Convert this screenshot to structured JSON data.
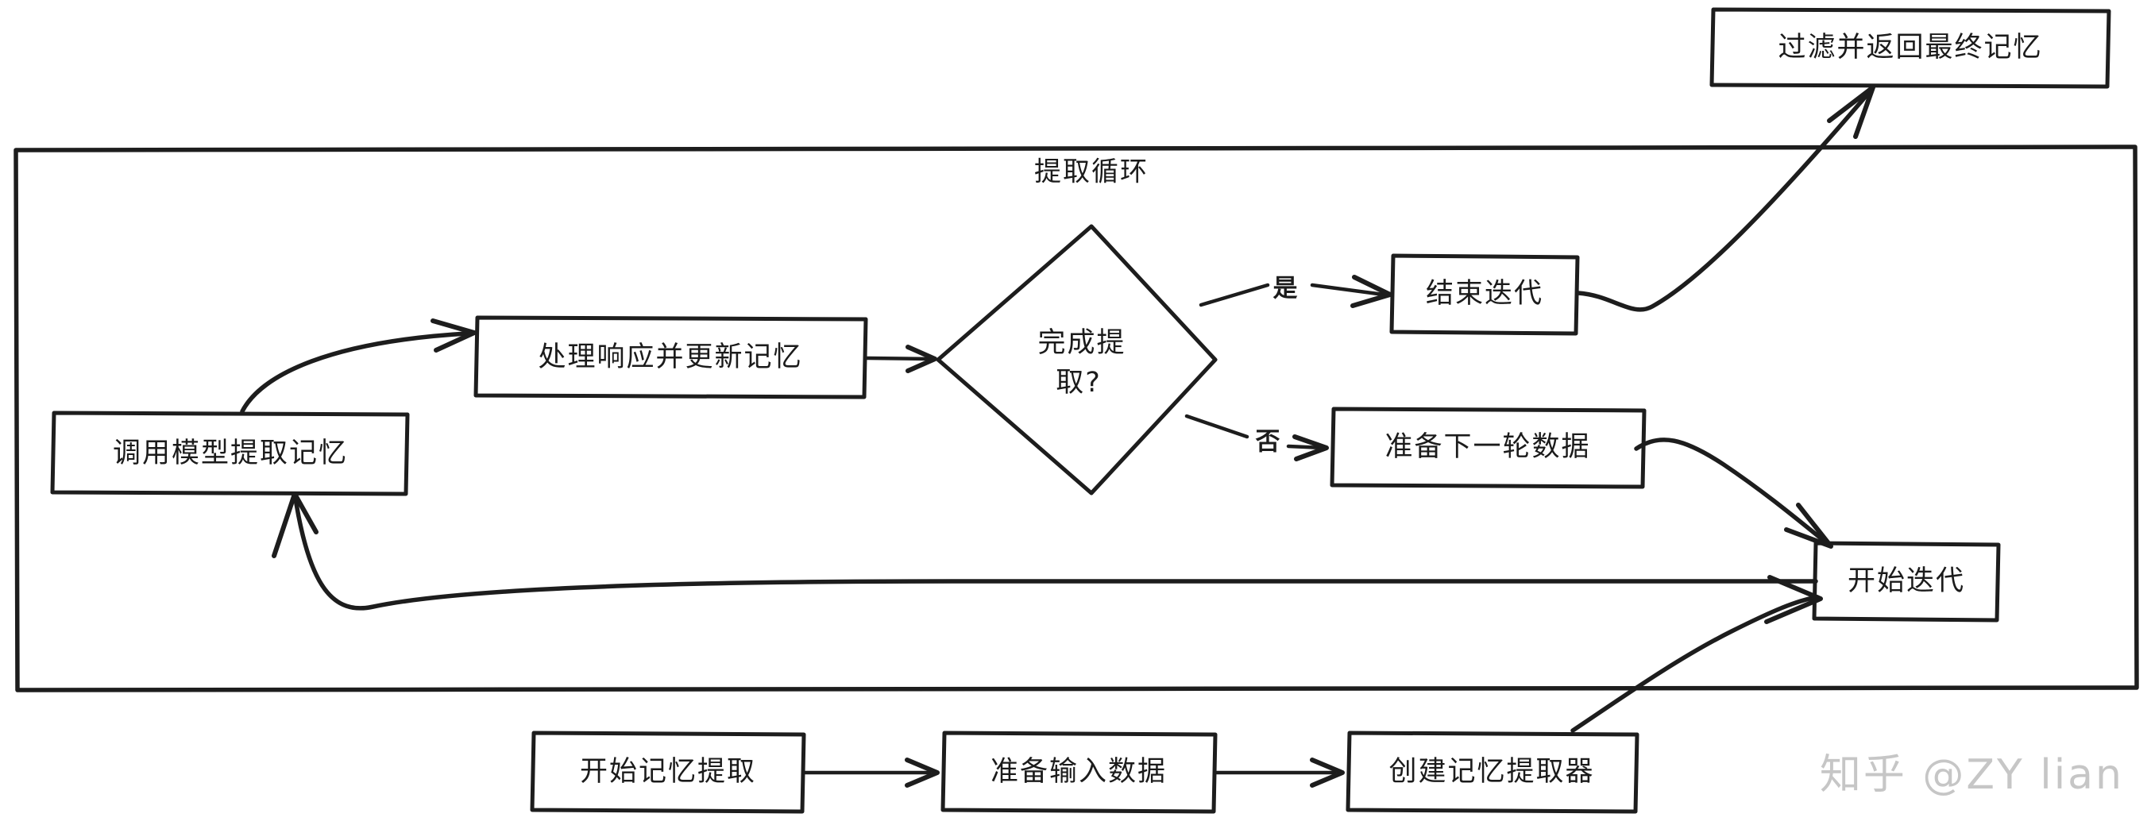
{
  "diagram": {
    "title_watermark": "知乎 @ZY lian",
    "container": {
      "label": "提取循环"
    },
    "nodes": [
      {
        "id": "filter-return",
        "label": "过滤并返回最终记忆"
      },
      {
        "id": "call-model",
        "label": "调用模型提取记忆"
      },
      {
        "id": "process-update",
        "label": "处理响应并更新记忆"
      },
      {
        "id": "done-decision",
        "label_line1": "完成提",
        "label_line2": "取?"
      },
      {
        "id": "end-iteration",
        "label": "结束迭代"
      },
      {
        "id": "prepare-next",
        "label": "准备下一轮数据"
      },
      {
        "id": "start-iteration",
        "label": "开始迭代"
      },
      {
        "id": "start-extract",
        "label": "开始记忆提取"
      },
      {
        "id": "prepare-input",
        "label": "准备输入数据"
      },
      {
        "id": "create-extractor",
        "label": "创建记忆提取器"
      }
    ],
    "edge_labels": {
      "yes": "是",
      "no": "否"
    },
    "colors": {
      "stroke": "#1d1d1d",
      "fill": "#ffffff",
      "watermark": "#c6c6c6",
      "background": "#ffffff"
    }
  }
}
